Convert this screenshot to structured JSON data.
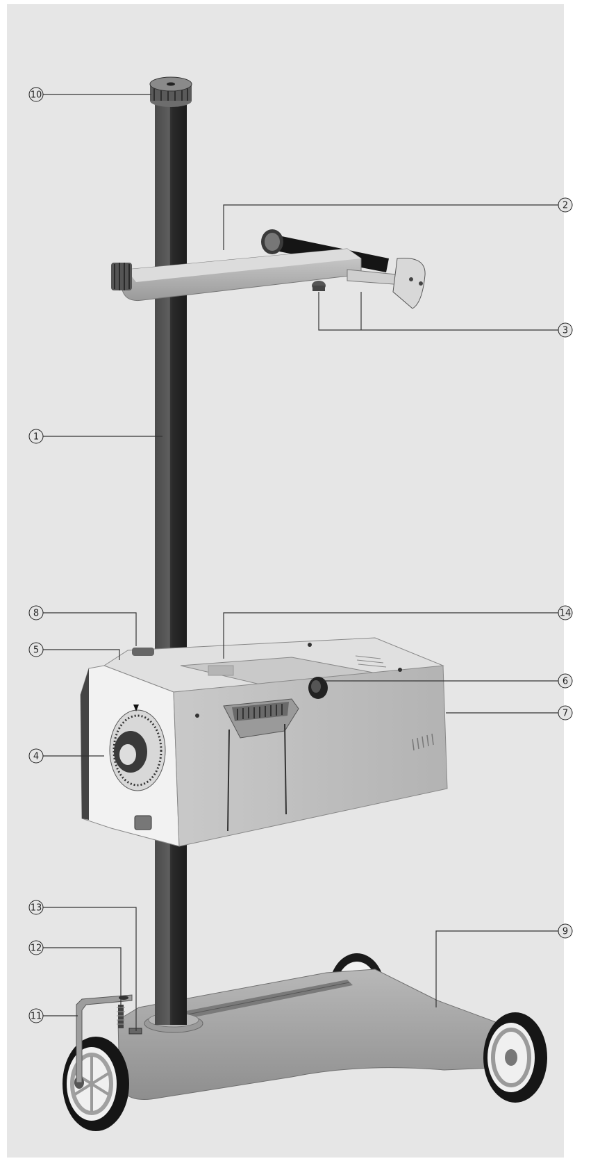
{
  "figure": {
    "background": "#e6e6e6",
    "callouts": [
      {
        "id": "1",
        "label": "1"
      },
      {
        "id": "2",
        "label": "2"
      },
      {
        "id": "3",
        "label": "3"
      },
      {
        "id": "4",
        "label": "4"
      },
      {
        "id": "5",
        "label": "5"
      },
      {
        "id": "6",
        "label": "6"
      },
      {
        "id": "7",
        "label": "7"
      },
      {
        "id": "8",
        "label": "8"
      },
      {
        "id": "9",
        "label": "9"
      },
      {
        "id": "10",
        "label": "10"
      },
      {
        "id": "11",
        "label": "11"
      },
      {
        "id": "12",
        "label": "12"
      },
      {
        "id": "13",
        "label": "13"
      },
      {
        "id": "14",
        "label": "14"
      }
    ]
  }
}
